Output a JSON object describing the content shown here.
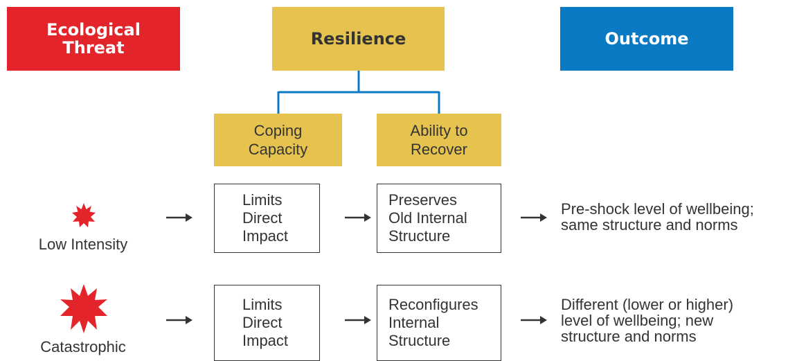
{
  "headers": {
    "threat": "Ecological\nThreat",
    "resilience": "Resilience",
    "outcome": "Outcome"
  },
  "resilience_components": {
    "coping": "Coping\nCapacity",
    "recover": "Ability to\nRecover"
  },
  "rows": [
    {
      "threat_label": "Low Intensity",
      "coping": "Limits\nDirect\nImpact",
      "recover": "Preserves\nOld Internal\nStructure",
      "outcome": "Pre-shock level of wellbeing;\nsame structure and norms"
    },
    {
      "threat_label": "Catastrophic",
      "coping": "Limits\nDirect\nImpact",
      "recover": "Reconfigures\nInternal\nStructure",
      "outcome": "Different (lower or higher)\nlevel of wellbeing; new\nstructure and norms"
    }
  ],
  "colors": {
    "threat": "#e3242b",
    "resilience": "#e6c34f",
    "outcome": "#0b7ac4",
    "connector": "#0b7ac4",
    "burst": "#e3242b"
  },
  "icons": {
    "low_intensity": "small-burst-icon",
    "catastrophic": "large-burst-icon",
    "flow": "right-arrow-icon"
  }
}
